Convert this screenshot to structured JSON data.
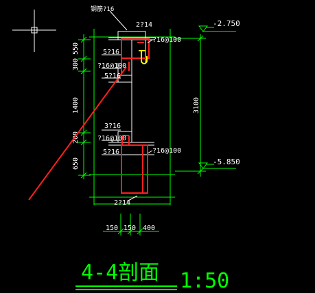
{
  "drawing": {
    "title": "4-4剖面",
    "scale": "1:50",
    "colors": {
      "background": "#000000",
      "dim": "#00ff00",
      "outline": "#ffffff",
      "rebar": "#ff2020",
      "hatch_text": "#ffffff",
      "title": "#00ff00",
      "symbol": "#ffff00"
    },
    "top_leader_label": "钢筋?16",
    "labels": {
      "top_bar": "2?14",
      "top_stirrup": "?16@100",
      "upper_main": "5?16",
      "upper_tie": "?16@100",
      "upper_main_b": "5?16",
      "mid_main": "3?16",
      "mid_tie": "?16@100",
      "lower_stirrup": "?16@100",
      "lower_main": "5?16",
      "bottom_bar": "2?14"
    },
    "left_dims": [
      "550",
      "300",
      "1400",
      "200",
      "650"
    ],
    "right_dim": "3100",
    "elev_top": "-2.750",
    "elev_bottom": "-5.850",
    "bottom_dims": [
      "150",
      "150",
      "400"
    ]
  }
}
